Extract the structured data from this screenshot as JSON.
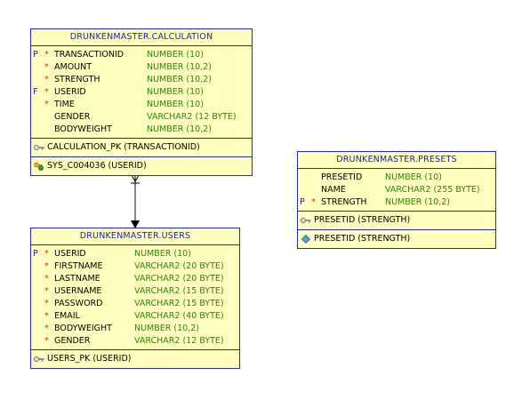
{
  "tables": {
    "calculation": {
      "title": "DRUNKENMASTER.CALCULATION",
      "columns": [
        {
          "flag": "P",
          "req": "*",
          "name": "TRANSACTIONID",
          "type": "NUMBER (10)"
        },
        {
          "flag": "",
          "req": "*",
          "name": "AMOUNT",
          "type": "NUMBER (10,2)"
        },
        {
          "flag": "",
          "req": "*",
          "name": "STRENGTH",
          "type": "NUMBER (10,2)"
        },
        {
          "flag": "F",
          "req": "*",
          "name": "USERID",
          "type": "NUMBER (10)"
        },
        {
          "flag": "",
          "req": "*",
          "name": "TIME",
          "type": "NUMBER (10)"
        },
        {
          "flag": "",
          "req": "",
          "name": "GENDER",
          "type": "VARCHAR2 (12 BYTE)"
        },
        {
          "flag": "",
          "req": "",
          "name": "BODYWEIGHT",
          "type": "NUMBER (10,2)"
        }
      ],
      "keys": [
        "CALCULATION_PK (TRANSACTIONID)"
      ],
      "constraints": [
        "SYS_C004036 (USERID)"
      ]
    },
    "users": {
      "title": "DRUNKENMASTER.USERS",
      "columns": [
        {
          "flag": "P",
          "req": "*",
          "name": "USERID",
          "type": "NUMBER (10)"
        },
        {
          "flag": "",
          "req": "*",
          "name": "FIRSTNAME",
          "type": "VARCHAR2 (20 BYTE)"
        },
        {
          "flag": "",
          "req": "*",
          "name": "LASTNAME",
          "type": "VARCHAR2 (20 BYTE)"
        },
        {
          "flag": "",
          "req": "*",
          "name": "USERNAME",
          "type": "VARCHAR2 (15 BYTE)"
        },
        {
          "flag": "",
          "req": "*",
          "name": "PASSWORD",
          "type": "VARCHAR2 (15 BYTE)"
        },
        {
          "flag": "",
          "req": "*",
          "name": "EMAIL",
          "type": "VARCHAR2 (40 BYTE)"
        },
        {
          "flag": "",
          "req": "*",
          "name": "BODYWEIGHT",
          "type": "NUMBER (10,2)"
        },
        {
          "flag": "",
          "req": "*",
          "name": "GENDER",
          "type": "VARCHAR2 (12 BYTE)"
        }
      ],
      "keys": [
        "USERS_PK (USERID)"
      ]
    },
    "presets": {
      "title": "DRUNKENMASTER.PRESETS",
      "columns": [
        {
          "flag": "",
          "req": "",
          "name": "PRESETID",
          "type": "NUMBER (10)"
        },
        {
          "flag": "",
          "req": "",
          "name": "NAME",
          "type": "VARCHAR2 (255 BYTE)"
        },
        {
          "flag": "P",
          "req": "*",
          "name": "STRENGTH",
          "type": "NUMBER (10,2)"
        }
      ],
      "keys": [
        "PRESETID (STRENGTH)"
      ],
      "indexes": [
        "PRESETID (STRENGTH)"
      ]
    }
  },
  "colors": {
    "table_fill": "#ffffc0",
    "border": "#2b2b9b",
    "title_text": "#1c1cb0",
    "type_text": "#2a8a00",
    "required_mark": "#d03000"
  },
  "icons": {
    "primary_key": "key-icon",
    "foreign_key_constraint": "fk-constraint-icon",
    "index": "diamond-icon"
  }
}
